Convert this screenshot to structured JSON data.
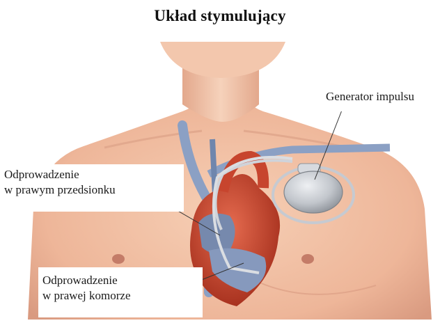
{
  "title": "Układ stymulujący",
  "labels": {
    "generator": "Generator impulsu",
    "atrium_lead": [
      "Odprowadzenie",
      "w prawym przedsionku"
    ],
    "ventricle_lead": [
      "Odprowadzenie",
      "w prawej komorze"
    ]
  },
  "colors": {
    "skin": "#f2c3a6",
    "skin_shadow": "#d99880",
    "vein": "#7f94b8",
    "heart": "#c8452f",
    "lead_wire": "#c9cdd3",
    "generator": "#b9bcc1"
  }
}
